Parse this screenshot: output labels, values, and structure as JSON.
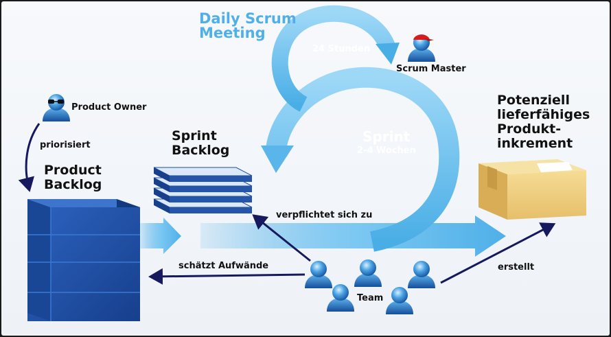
{
  "labels": {
    "daily_scrum": "Daily Scrum\nMeeting",
    "hours": "24 Stunden",
    "scrum_master": "Scrum Master",
    "product_owner": "Product Owner",
    "prioritizes": "priorisiert",
    "product_backlog": "Product\nBacklog",
    "sprint_backlog": "Sprint\nBacklog",
    "sprint": "Sprint",
    "weeks": "2-4 Wochen",
    "increment": "Potenziell\nlieferfähiges\nProdukt-\ninkrement",
    "commits": "verpflichtet sich zu",
    "estimates": "schätzt Aufwände",
    "team": "Team",
    "creates": "erstellt"
  },
  "colors": {
    "cycle_blue": "#4fb0e8",
    "dark_arrow": "#16195e",
    "cube_blue": "#1d4ea3",
    "box_tan": "#f1d387"
  }
}
